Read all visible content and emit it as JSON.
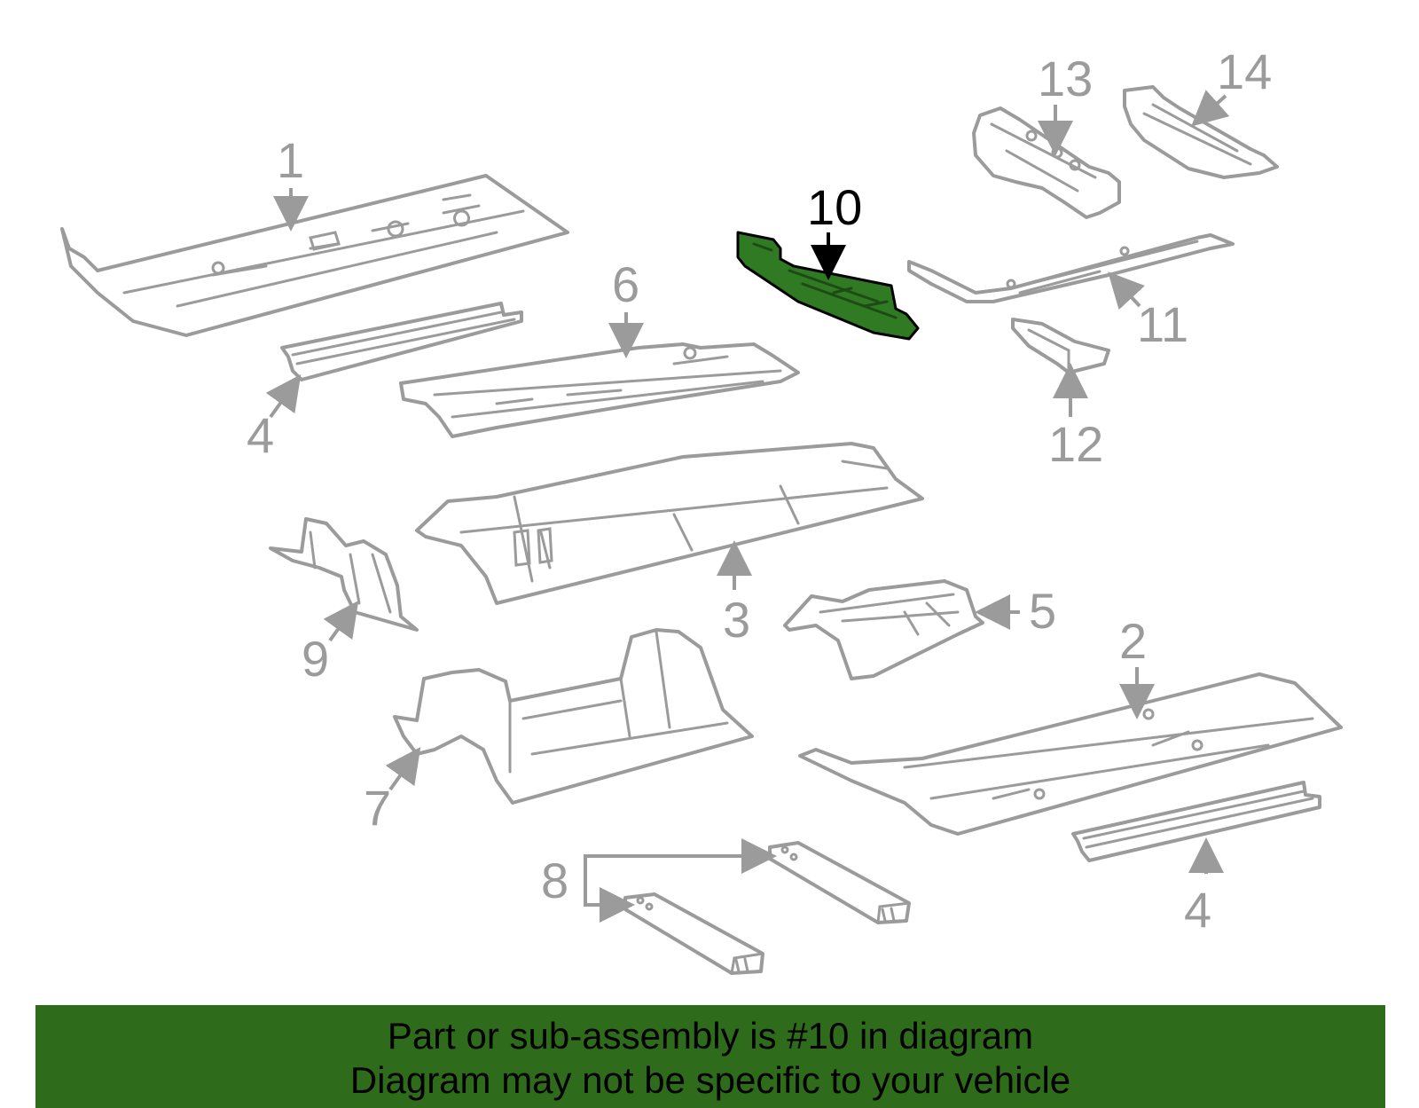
{
  "callouts": {
    "c1": "1",
    "c2": "2",
    "c3": "3",
    "c4a": "4",
    "c4b": "4",
    "c5": "5",
    "c6": "6",
    "c7": "7",
    "c8": "8",
    "c9": "9",
    "c10": "10",
    "c11": "11",
    "c12": "12",
    "c13": "13",
    "c14": "14"
  },
  "highlighted_part": "10",
  "colors": {
    "outline": "#9b9b9b",
    "highlight_fill": "#2f7a23",
    "banner": "#2e6b1a",
    "text": "#000000"
  },
  "banner": {
    "line1": "Part or sub-assembly is #10 in diagram",
    "line2": "Diagram may not be specific to your vehicle"
  }
}
